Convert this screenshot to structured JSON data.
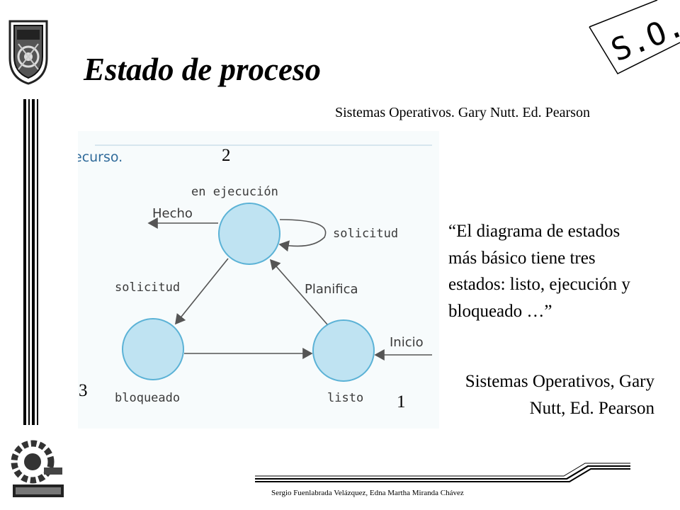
{
  "slide": {
    "title": "Estado de proceso",
    "source_top": "Sistemas Operativos. Gary Nutt. Ed. Pearson",
    "quote": "“El diagrama de estados más básico tiene tres estados: listo, ejecución y bloqueado …”",
    "citation": "Sistemas Operativos, Gary Nutt, Ed. Pearson",
    "footer_credit": "Sergio Fuenlabrada Velázquez, Edna Martha Miranda Chávez",
    "logo_text": "S.O."
  },
  "diagram": {
    "partial_text": "ecurso.",
    "states": {
      "running": "en ejecución",
      "blocked": "bloqueado",
      "ready": "listo"
    },
    "transitions": {
      "done": "Hecho",
      "request_self": "solicitud",
      "request": "solicitud",
      "schedule": "Planifica",
      "start": "Inicio"
    },
    "numbers": {
      "running": "2",
      "blocked": "3",
      "ready": "1"
    }
  },
  "colors": {
    "state_fill": "#bfe3f2",
    "state_stroke": "#5bb2d6",
    "diagram_text": "#3a3a3a",
    "arrow": "#555555"
  }
}
